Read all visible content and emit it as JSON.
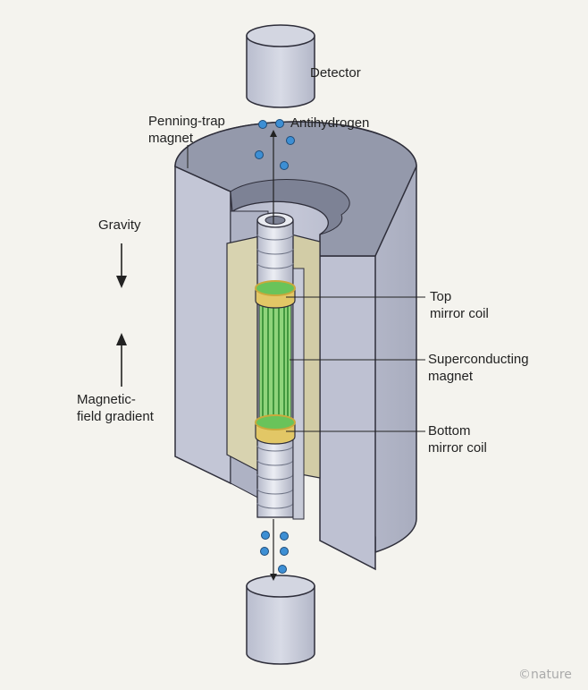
{
  "labels": {
    "detector": "Detector",
    "antihydrogen": "Antihydrogen",
    "penning_line1": "Penning-trap",
    "penning_line2": "magnet",
    "gravity": "Gravity",
    "magnetic_line1": "Magnetic-",
    "magnetic_line2": "field gradient",
    "top_coil_line1": "Top",
    "top_coil_line2": "mirror coil",
    "sc_line1": "Superconducting",
    "sc_line2": "magnet",
    "bottom_coil_line1": "Bottom",
    "bottom_coil_line2": "mirror coil"
  },
  "credit": "©nature",
  "colors": {
    "background": "#f4f3ee",
    "magnet_face": "#c3c6d6",
    "magnet_top": "#9499ab",
    "magnet_inner": "#aeb2c4",
    "superconducting": "#d8d3b0",
    "coil": "#e2c766",
    "electrodes": "#69c35a",
    "antihydrogen": "#3d8fd4",
    "outline": "#2e2e3a"
  },
  "icons": [
    "arrow-down-icon",
    "arrow-up-icon",
    "antihydrogen-atom-icon"
  ]
}
